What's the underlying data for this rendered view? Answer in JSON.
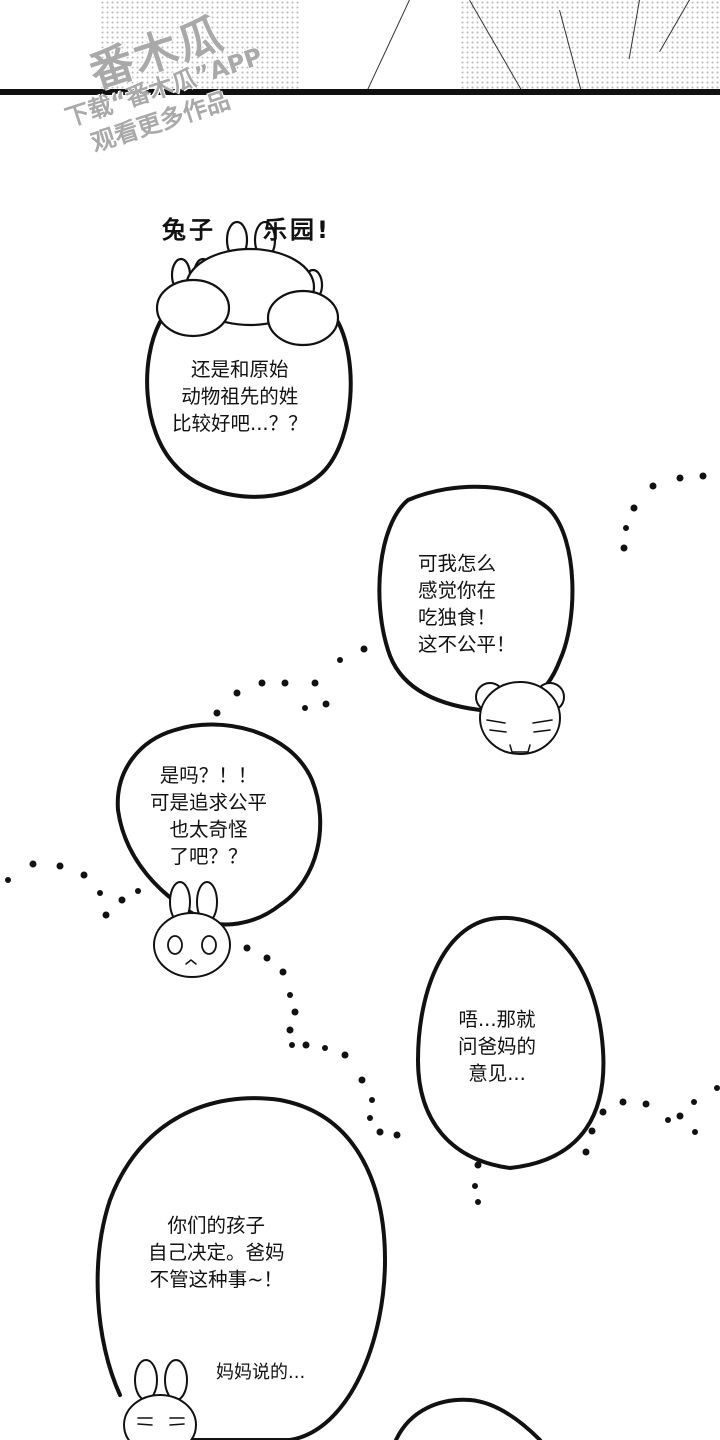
{
  "watermark": {
    "logo": "番木瓜",
    "line1": "下载“番木瓜”APP",
    "line2": "观看更多作品"
  },
  "title": {
    "part1": "兔子",
    "part2": "乐园!"
  },
  "bubbles": [
    {
      "speaker": "bunny-group",
      "text": "还是和原始\n动物祖先的姓\n比较好吧...？？"
    },
    {
      "speaker": "hamster",
      "text": "可我怎么\n感觉你在\n吃独食！\n这不公平！"
    },
    {
      "speaker": "bunny",
      "text": "是吗？！！\n可是追求公平\n也太奇怪\n了吧？？"
    },
    {
      "speaker": "unseen",
      "text": "唔...那就\n问爸妈的\n意见..."
    },
    {
      "speaker": "bunny-mom",
      "text": "你们的孩子\n自己决定。爸妈\n不管这种事~！"
    }
  ],
  "caption": "妈妈说的...",
  "colors": {
    "ink": "#111111",
    "background": "#ffffff",
    "watermark": "#8c8c8c"
  }
}
